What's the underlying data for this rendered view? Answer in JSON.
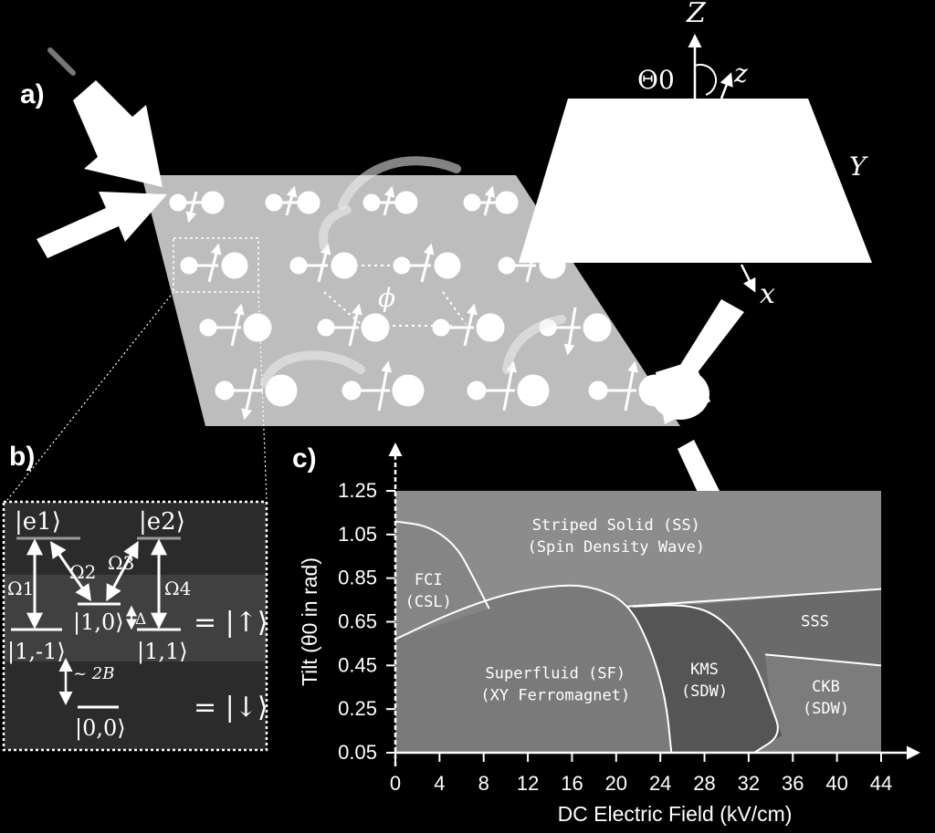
{
  "panels": {
    "a": "a)",
    "b": "b)",
    "c": "c)"
  },
  "panel_a": {
    "axes": {
      "Z": "Z",
      "z": "z",
      "Y": "Y",
      "x": "x",
      "theta0": "Θ0"
    },
    "phi": "ϕ"
  },
  "panel_b": {
    "levels": {
      "e1": "|e1⟩",
      "e2": "|e2⟩",
      "l10": "|1,0⟩",
      "l1m1": "|1,-1⟩",
      "l11": "|1,1⟩",
      "l00": "|0,0⟩"
    },
    "couplings": {
      "O1": "Ω1",
      "O2": "Ω2",
      "O3": "Ω3",
      "O4": "Ω4",
      "delta": "Δ",
      "twoB": "~ 2B"
    },
    "map_up": "= |↑⟩",
    "map_down": "= |↓⟩"
  },
  "chart_data": {
    "type": "phase-diagram",
    "xlabel": "DC Electric Field (kV/cm)",
    "ylabel": "Tilt (θ0 in rad)",
    "xlim": [
      0,
      44
    ],
    "ylim": [
      0.05,
      1.25
    ],
    "xticks": [
      "0",
      "4",
      "8",
      "12",
      "16",
      "20",
      "24",
      "28",
      "32",
      "36",
      "40",
      "44"
    ],
    "yticks": [
      "0.05",
      "0.25",
      "0.45",
      "0.65",
      "0.85",
      "1.05",
      "1.25"
    ],
    "grid": false,
    "regions": [
      {
        "name": "Striped Solid (SS)",
        "sub": "(Spin Density Wave)",
        "x": 20,
        "y": 1.07
      },
      {
        "name": "FCI",
        "sub": "(CSL)",
        "x": 3,
        "y": 0.82
      },
      {
        "name": "Superfluid (SF)",
        "sub": "(XY Ferromagnet)",
        "x": 14.5,
        "y": 0.39
      },
      {
        "name": "KMS",
        "sub": "(SDW)",
        "x": 28,
        "y": 0.41
      },
      {
        "name": "SSS",
        "sub": "",
        "x": 38,
        "y": 0.63
      },
      {
        "name": "CKB",
        "sub": "(SDW)",
        "x": 39,
        "y": 0.33
      }
    ],
    "boundaries": [
      {
        "name": "ss-sf",
        "points": [
          [
            0,
            0.57
          ],
          [
            5,
            0.69
          ],
          [
            10,
            0.78
          ],
          [
            15,
            0.82
          ],
          [
            18,
            0.81
          ],
          [
            21,
            0.74
          ],
          [
            23,
            0.55
          ],
          [
            24.5,
            0.3
          ],
          [
            25,
            0.05
          ]
        ]
      },
      {
        "name": "fci",
        "points": [
          [
            0,
            1.11
          ],
          [
            3,
            1.09
          ],
          [
            5.5,
            1.0
          ],
          [
            7,
            0.86
          ],
          [
            8.5,
            0.71
          ]
        ]
      },
      {
        "name": "upper-line",
        "points": [
          [
            21,
            0.72
          ],
          [
            44,
            0.8
          ]
        ]
      },
      {
        "name": "kms",
        "points": [
          [
            21.5,
            0.72
          ],
          [
            27,
            0.73
          ],
          [
            30,
            0.65
          ],
          [
            32.5,
            0.47
          ],
          [
            34,
            0.27
          ],
          [
            35,
            0.13
          ],
          [
            32.5,
            0.05
          ]
        ]
      },
      {
        "name": "sss-line",
        "points": [
          [
            33.5,
            0.5
          ],
          [
            44,
            0.45
          ]
        ]
      }
    ]
  }
}
